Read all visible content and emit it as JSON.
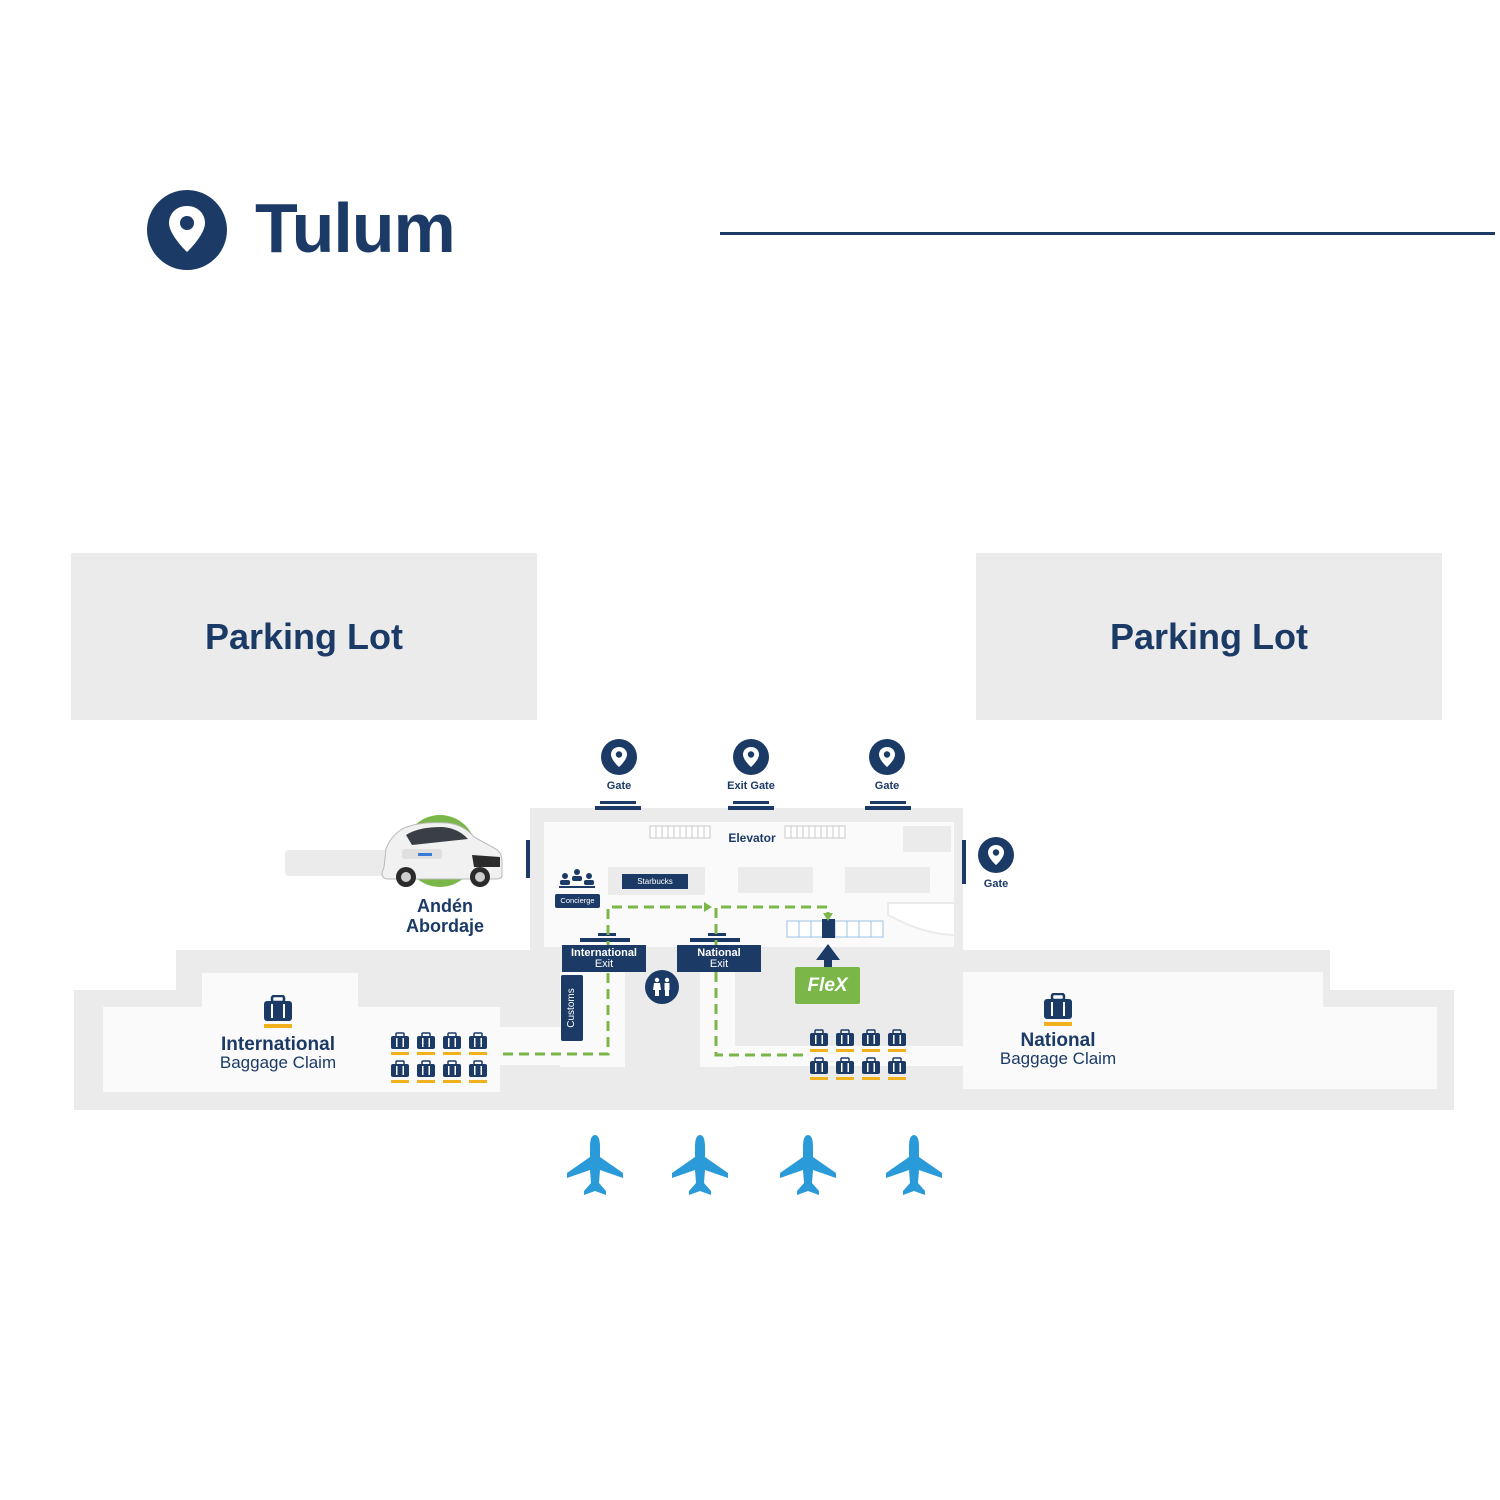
{
  "header": {
    "title": "Tulum",
    "icon": "map-pin-icon"
  },
  "parking": {
    "left": "Parking Lot",
    "right": "Parking Lot"
  },
  "gates": {
    "gate1": "Gate",
    "exit_gate": "Exit Gate",
    "gate3": "Gate",
    "gate_side": "Gate"
  },
  "terminal": {
    "elevator": "Elevator",
    "starbucks": "Starbucks",
    "concierge": "Concierge",
    "intl_exit_line1": "International",
    "intl_exit_line2": "Exit",
    "natl_exit_line1": "National",
    "natl_exit_line2": "Exit",
    "customs": "Customs",
    "flex": "FleX"
  },
  "pickup": {
    "line1": "Andén",
    "line2": "Abordaje"
  },
  "baggage": {
    "intl_title": "International",
    "intl_sub": "Baggage Claim",
    "natl_title": "National",
    "natl_sub": "Baggage Claim"
  },
  "colors": {
    "navy": "#1b3a66",
    "green": "#7ab648",
    "plane_blue": "#2a9ad8",
    "floor": "#ebebeb",
    "gold": "#f0b11d"
  }
}
